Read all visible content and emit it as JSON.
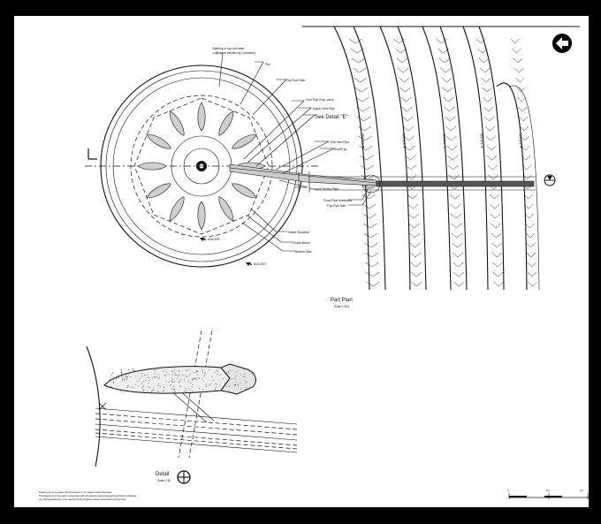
{
  "plan": {
    "title": "Part Plan",
    "scale": "Scale 1:200",
    "see_detail": "See Detail \"E\"",
    "level_inner": "▲ 416.000",
    "level_outer": "▲ 415.500"
  },
  "detail": {
    "title": "Detail",
    "scale": "Scale 1:50"
  },
  "callouts": {
    "top": [
      "Opening in top roof slab",
      "(S. to be decided by Contractor)",
      "Pier",
      "Top Roof Slab",
      "Vent Pipe P.sp. valve",
      "Upper Vent Pipe"
    ],
    "right": [
      "Flat Vent Pipe",
      "Roof/F.sp.",
      "Pressure Sensor Pipe",
      "Flood Pipe Inlet/valve",
      "F.sp.Pipe Inlet"
    ],
    "bottom": [
      "Intake Structure",
      "Collar Beam",
      "Bottom Slab"
    ]
  },
  "notes": [
    "Drawing not to be scaled. All dimensions in mm unless stated otherwise.",
    "This drawing is to be read in conjunction with all relevant engineering and specification drawings.",
    "Any discrepancies are to be reported to the Engineer before construction commences."
  ],
  "scalebar": {
    "labels": [
      "0",
      "1m",
      "2m"
    ]
  },
  "icons": [
    "north-arrow-icon",
    "section-marker-icon",
    "detail-marker-icon"
  ]
}
